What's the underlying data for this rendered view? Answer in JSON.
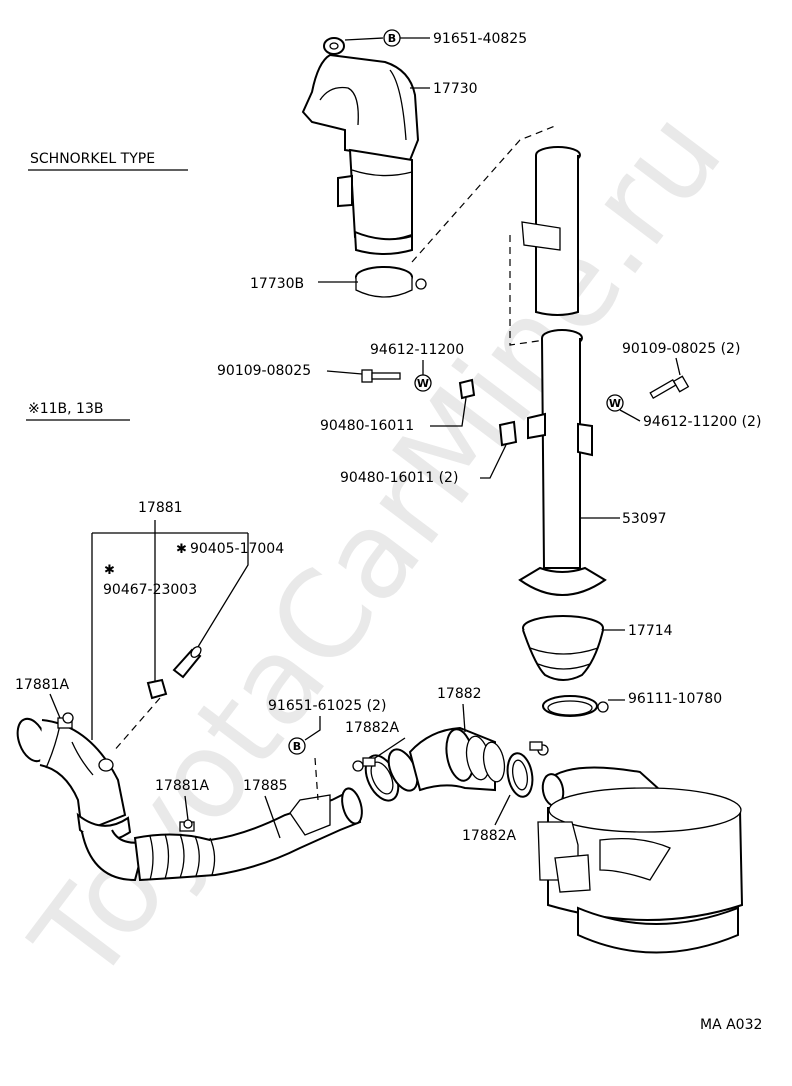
{
  "diagram": {
    "section_labels": {
      "schnorkel": "SCHNORKEL TYPE",
      "engine_note": "※11B, 13B"
    },
    "drawing_code": "MA A032",
    "watermark": "ToyotaCarMine.ru",
    "symbols": {
      "bolt_b": "B",
      "washer_w": "W",
      "asterisk": "✱"
    },
    "parts": {
      "p_91651_40825": "91651-40825",
      "p_17730": "17730",
      "p_17730B": "17730B",
      "p_94612_11200": "94612-11200",
      "p_90109_08025": "90109-08025",
      "p_90480_16011": "90480-16011",
      "p_90480_16011_2": "90480-16011 (2)",
      "p_90109_08025_2": "90109-08025 (2)",
      "p_94612_11200_2": "94612-11200 (2)",
      "p_53097": "53097",
      "p_17714": "17714",
      "p_96111_10780": "96111-10780",
      "p_17881": "17881",
      "p_90405_17004": "90405-17004",
      "p_90467_23003": "90467-23003",
      "p_17881A_top": "17881A",
      "p_17881A_mid": "17881A",
      "p_17885": "17885",
      "p_91651_61025_2": "91651-61025 (2)",
      "p_17882": "17882",
      "p_17882A_top": "17882A",
      "p_17882A_bottom": "17882A"
    }
  }
}
